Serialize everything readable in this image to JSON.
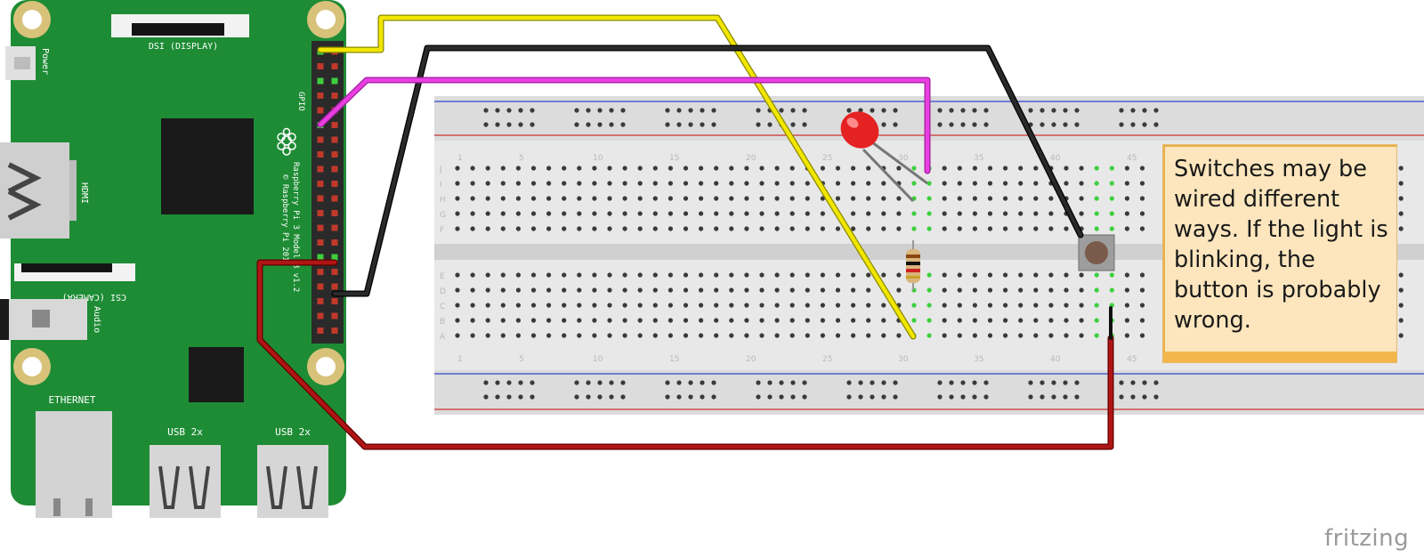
{
  "board": {
    "dsi_label": "DSI (DISPLAY)",
    "power_label": "Power",
    "gpio_label": "GPIO",
    "hdmi_label": "HDMI",
    "model_label": "Raspberry Pi 3 Model B v1.2",
    "copyright_label": "© Raspberry Pi 2015",
    "csi_label": "CSI (CAMERA)",
    "audio_label": "Audio",
    "ethernet_label": "ETHERNET",
    "usb_left_label": "USB 2x",
    "usb_right_label": "USB 2x",
    "color": "#1e8c35"
  },
  "breadboard": {
    "column_numbers_top": [
      "1",
      "5",
      "10",
      "15",
      "20",
      "25",
      "30",
      "35",
      "40",
      "45"
    ],
    "column_numbers_bottom": [
      "1",
      "5",
      "10",
      "15",
      "20",
      "25",
      "30",
      "35",
      "40",
      "45"
    ],
    "row_letters_upper": [
      "J",
      "I",
      "H",
      "G",
      "F"
    ],
    "row_letters_lower": [
      "E",
      "D",
      "C",
      "B",
      "A"
    ]
  },
  "wires": {
    "yellow": "#f2e600",
    "black": "#1a1a1a",
    "magenta": "#e83ee0",
    "red": "#a51010"
  },
  "note": {
    "text": "Switches may be wired different ways.  If the light is blinking, the button is probably wrong."
  },
  "watermark": "fritzing"
}
